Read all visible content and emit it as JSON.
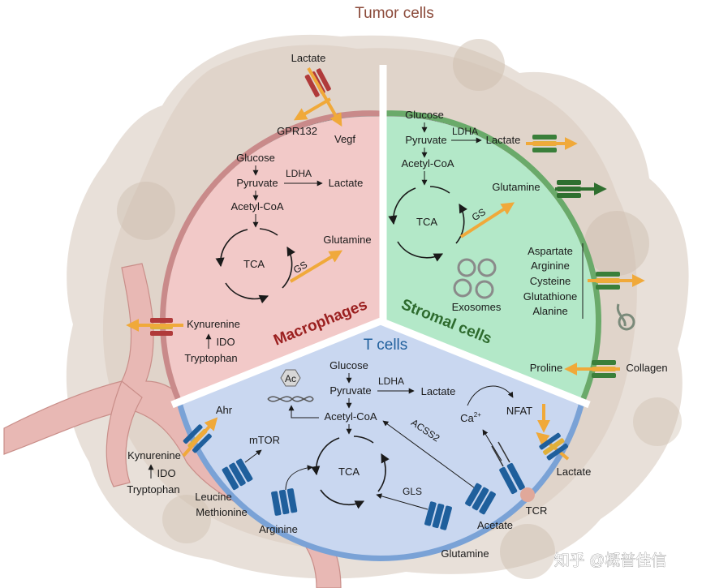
{
  "diagram": {
    "title": "Tumor cells",
    "sections": {
      "macrophages": "Macrophages",
      "stromal": "Stromal cells",
      "tcells": "T cells"
    },
    "macrophages": {
      "lactate": "Lactate",
      "gpr132": "GPR132",
      "vegf": "Vegf",
      "glucose": "Glucose",
      "ldha": "LDHA",
      "pyruvate": "Pyruvate",
      "lactate2": "Lactate",
      "acetyl_coa": "Acetyl-CoA",
      "tca": "TCA",
      "gs": "GS",
      "glutamine": "Glutamine",
      "kynurenine": "Kynurenine",
      "ido": "IDO",
      "tryptophan": "Tryptophan"
    },
    "stromal": {
      "glucose": "Glucose",
      "ldha": "LDHA",
      "pyruvate": "Pyruvate",
      "lactate": "Lactate",
      "acetyl_coa": "Acetyl-CoA",
      "tca": "TCA",
      "gs": "GS",
      "glutamine": "Glutamine",
      "amino_acids": [
        "Aspartate",
        "Arginine",
        "Cysteine",
        "Glutathione",
        "Alanine"
      ],
      "exosomes": "Exosomes",
      "proline": "Proline",
      "collagen": "Collagen"
    },
    "tcells": {
      "glucose": "Glucose",
      "ldha": "LDHA",
      "pyruvate": "Pyruvate",
      "lactate": "Lactate",
      "ac": "Ac",
      "acetyl_coa": "Acetyl-CoA",
      "acss2": "ACSS2",
      "ca": "Ca",
      "ca_sup": "2+",
      "nfat": "NFAT",
      "ahr": "Ahr",
      "mtor": "mTOR",
      "tca": "TCA",
      "gls": "GLS",
      "kynurenine": "Kynurenine",
      "ido": "IDO",
      "tryptophan": "Tryptophan",
      "leucine": "Leucine",
      "methionine": "Methionine",
      "arginine": "Arginine",
      "glutamine": "Glutamine",
      "acetate": "Acetate",
      "tcr": "TCR",
      "lactate_out": "Lactate"
    },
    "watermark": "知乎 @概普佳信",
    "colors": {
      "macrophage_fill": "#f2c9c8",
      "stromal_fill": "#b3e8c8",
      "tcell_fill": "#c9d7f0",
      "arrow_orange": "#f0a93a",
      "title_tumor": "#8b4a3a",
      "title_tcells": "#1f5f9c",
      "title_macrophages": "#9b2020",
      "title_stromal": "#2e6b2e"
    }
  }
}
